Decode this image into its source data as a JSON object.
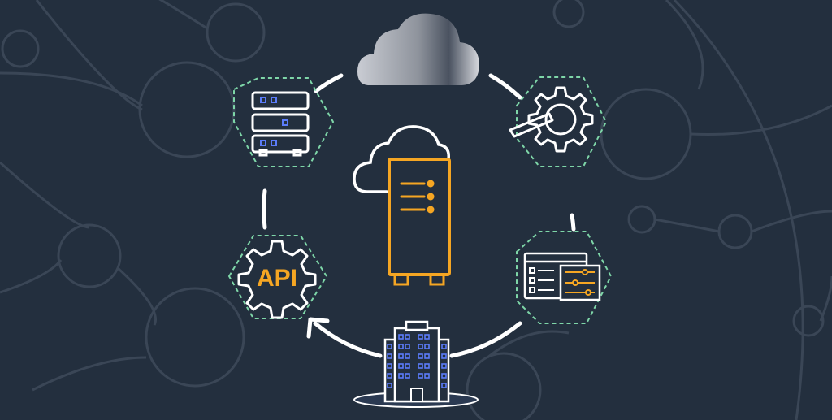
{
  "colors": {
    "background": "#232f3e",
    "network_lines": "#3a4656",
    "ring": "#ffffff",
    "hex_border": "#7ed6a8",
    "accent_orange": "#f5a623",
    "accent_blue": "#5b7cfa",
    "icon_white": "#ffffff"
  },
  "nodes": [
    {
      "id": "cloud",
      "icon": "cloud-icon"
    },
    {
      "id": "servers",
      "icon": "server-rack-icon"
    },
    {
      "id": "gear-wrench",
      "icon": "gear-wrench-icon"
    },
    {
      "id": "api-gear",
      "icon": "api-gear-icon",
      "label": "API"
    },
    {
      "id": "dashboard",
      "icon": "settings-dashboard-icon"
    },
    {
      "id": "building",
      "icon": "office-building-icon"
    }
  ],
  "center": {
    "icon": "cloud-server-tower-icon"
  }
}
